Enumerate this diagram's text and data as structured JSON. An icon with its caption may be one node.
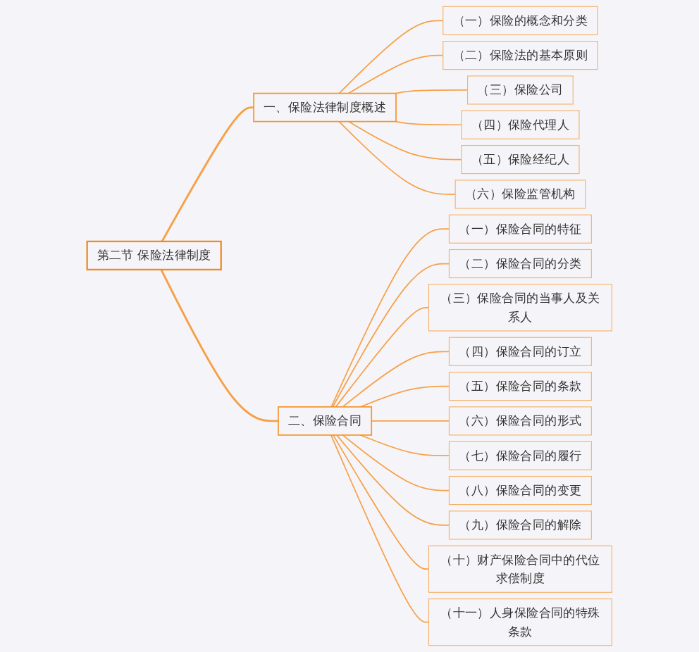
{
  "diagram": {
    "nodes": [
      {
        "text": [
          "第二节  保险法律制度"
        ]
      },
      {
        "text": [
          "一、保险法律制度概述"
        ]
      },
      {
        "text": [
          "（一）保险的概念和分类"
        ]
      },
      {
        "text": [
          "（二）保险法的基本原则"
        ]
      },
      {
        "text": [
          "（三）保险公司"
        ]
      },
      {
        "text": [
          "（四）保险代理人"
        ]
      },
      {
        "text": [
          "（五）保险经纪人"
        ]
      },
      {
        "text": [
          "（六）保险监管机构"
        ]
      },
      {
        "text": [
          "二、保险合同"
        ]
      },
      {
        "text": [
          "（一）保险合同的特征"
        ]
      },
      {
        "text": [
          "（二）保险合同的分类"
        ]
      },
      {
        "text": [
          "（三）保险合同的当事人及关系人"
        ]
      },
      {
        "text": [
          "（四）保险合同的订立"
        ]
      },
      {
        "text": [
          "（五）保险合同的条款"
        ]
      },
      {
        "text": [
          "（六）保险合同的形式"
        ]
      },
      {
        "text": [
          "（七）保险合同的履行"
        ]
      },
      {
        "text": [
          "（八）保险合同的变更"
        ]
      },
      {
        "text": [
          "（九）保险合同的解除"
        ]
      },
      {
        "text": [
          "（十）财产保险合同中的代位求偿制度"
        ]
      },
      {
        "text": [
          "（十一）人身保险合同的特殊条款"
        ]
      }
    ],
    "edges": [
      {
        "from": 0,
        "to": 1,
        "arrow": "none"
      },
      {
        "from": 1,
        "to": 2,
        "arrow": "none"
      },
      {
        "from": 1,
        "to": 3,
        "arrow": "none"
      },
      {
        "from": 1,
        "to": 4,
        "arrow": "none"
      },
      {
        "from": 1,
        "to": 5,
        "arrow": "none"
      },
      {
        "from": 1,
        "to": 6,
        "arrow": "none"
      },
      {
        "from": 1,
        "to": 7,
        "arrow": "none"
      },
      {
        "from": 0,
        "to": 8,
        "arrow": "none"
      },
      {
        "from": 8,
        "to": 9,
        "arrow": "none"
      },
      {
        "from": 8,
        "to": 10,
        "arrow": "none"
      },
      {
        "from": 8,
        "to": 11,
        "arrow": "none"
      },
      {
        "from": 8,
        "to": 12,
        "arrow": "none"
      },
      {
        "from": 8,
        "to": 13,
        "arrow": "none"
      },
      {
        "from": 8,
        "to": 14,
        "arrow": "none"
      },
      {
        "from": 8,
        "to": 15,
        "arrow": "none"
      },
      {
        "from": 8,
        "to": 16,
        "arrow": "none"
      },
      {
        "from": 8,
        "to": 17,
        "arrow": "none"
      },
      {
        "from": 8,
        "to": 18,
        "arrow": "none"
      },
      {
        "from": 8,
        "to": 19,
        "arrow": "none"
      }
    ]
  }
}
